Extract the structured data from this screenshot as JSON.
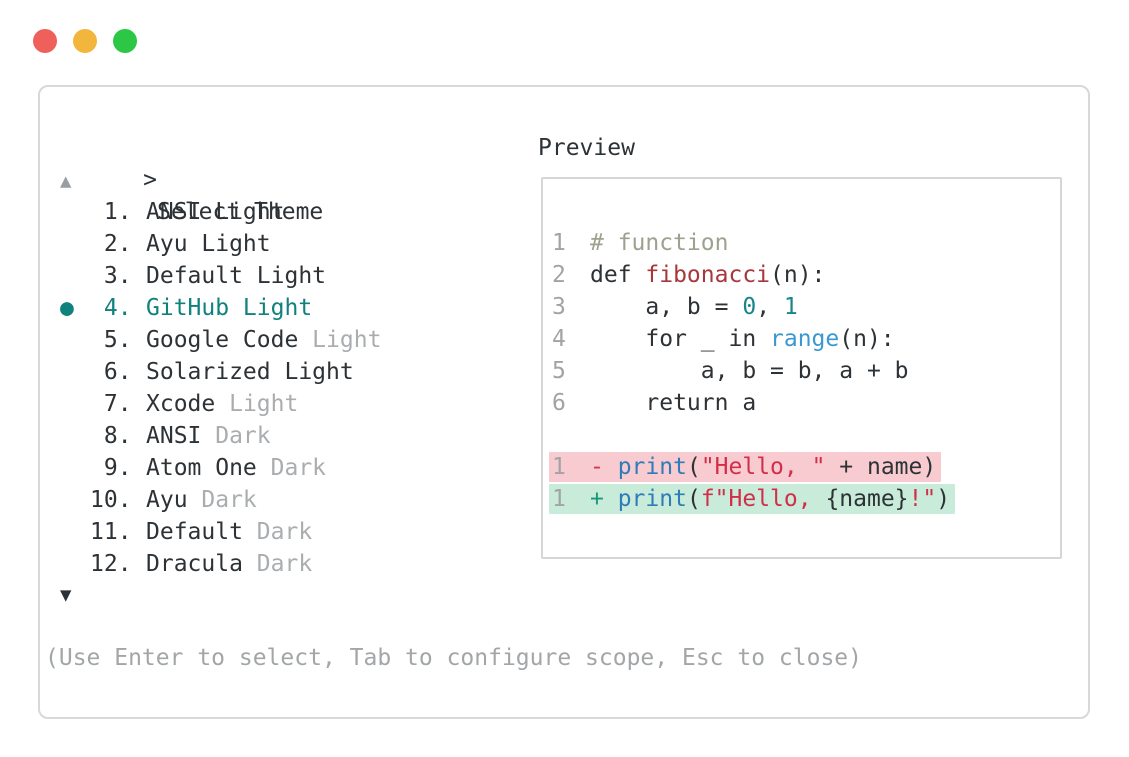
{
  "colors": {
    "dark": "#2d3236",
    "muted": "#aaadaf",
    "teal": "#0f827d",
    "arrowUp": "#9b9ea1",
    "hint": "#a3a6a8",
    "lineno": "#a0a4a7",
    "comment": "#9ca28f",
    "func": "#a8373c",
    "numlit": "#17868b",
    "builtin": "#3a98d1",
    "call": "#2e7cb8",
    "string": "#d32e49",
    "minus": "#d63450",
    "plus": "#17997c",
    "removedBg": "#f8cbd0",
    "addedBg": "#c9ecda",
    "windowBorder": "#d8d8d8",
    "previewBorder": "#d6d6d6"
  },
  "window": {
    "traffic_lights": [
      {
        "name": "close",
        "color": "#f0605a"
      },
      {
        "name": "minimize",
        "color": "#f2b63c"
      },
      {
        "name": "zoom",
        "color": "#2cc845"
      }
    ]
  },
  "prompt": {
    "caret": ">",
    "title": "Select Theme"
  },
  "list": {
    "up_arrow": "▲",
    "down_arrow": "▼",
    "bullet": "●",
    "items": [
      {
        "number": " 1.",
        "name": "ANSI Light",
        "muted": "",
        "selected": false
      },
      {
        "number": " 2.",
        "name": "Ayu Light",
        "muted": "",
        "selected": false
      },
      {
        "number": " 3.",
        "name": "Default Light",
        "muted": "",
        "selected": false
      },
      {
        "number": " 4.",
        "name": "GitHub Light",
        "muted": "",
        "selected": true
      },
      {
        "number": " 5.",
        "name": "Google Code",
        "muted": " Light",
        "selected": false
      },
      {
        "number": " 6.",
        "name": "Solarized Light",
        "muted": "",
        "selected": false
      },
      {
        "number": " 7.",
        "name": "Xcode",
        "muted": " Light",
        "selected": false
      },
      {
        "number": " 8.",
        "name": "ANSI",
        "muted": " Dark",
        "selected": false
      },
      {
        "number": " 9.",
        "name": "Atom One",
        "muted": " Dark",
        "selected": false
      },
      {
        "number": "10.",
        "name": "Ayu",
        "muted": " Dark",
        "selected": false
      },
      {
        "number": "11.",
        "name": "Default",
        "muted": " Dark",
        "selected": false
      },
      {
        "number": "12.",
        "name": "Dracula",
        "muted": " Dark",
        "selected": false
      }
    ]
  },
  "preview": {
    "title": "Preview",
    "lines": [
      {
        "num": "1",
        "change": "",
        "tokens": [
          [
            "comment",
            "# function"
          ]
        ]
      },
      {
        "num": "2",
        "change": "",
        "tokens": [
          [
            "plain",
            "def "
          ],
          [
            "func",
            "fibonacci"
          ],
          [
            "plain",
            "(n):"
          ]
        ]
      },
      {
        "num": "3",
        "change": "",
        "tokens": [
          [
            "plain",
            "    a, b = "
          ],
          [
            "numlit",
            "0"
          ],
          [
            "plain",
            ", "
          ],
          [
            "numlit",
            "1"
          ]
        ]
      },
      {
        "num": "4",
        "change": "",
        "tokens": [
          [
            "plain",
            "    for _ in "
          ],
          [
            "builtin",
            "range"
          ],
          [
            "plain",
            "(n):"
          ]
        ]
      },
      {
        "num": "5",
        "change": "",
        "tokens": [
          [
            "plain",
            "        a, b = b, a + b"
          ]
        ]
      },
      {
        "num": "6",
        "change": "",
        "tokens": [
          [
            "plain",
            "    return a"
          ]
        ]
      },
      {
        "num": "",
        "change": "",
        "tokens": []
      },
      {
        "num": "1",
        "change": "removed",
        "tokens": [
          [
            "minus",
            "- "
          ],
          [
            "call",
            "print"
          ],
          [
            "plain",
            "("
          ],
          [
            "string",
            "\"Hello, \""
          ],
          [
            "plain",
            " + name)"
          ]
        ]
      },
      {
        "num": "1",
        "change": "added",
        "tokens": [
          [
            "plus",
            "+ "
          ],
          [
            "call",
            "print"
          ],
          [
            "plain",
            "("
          ],
          [
            "string",
            "f\"Hello, "
          ],
          [
            "plain",
            "{name}"
          ],
          [
            "string",
            "!\""
          ],
          [
            "plain",
            ")"
          ]
        ]
      }
    ]
  },
  "footer": {
    "hint": "(Use Enter to select, Tab to configure scope, Esc to close)"
  }
}
